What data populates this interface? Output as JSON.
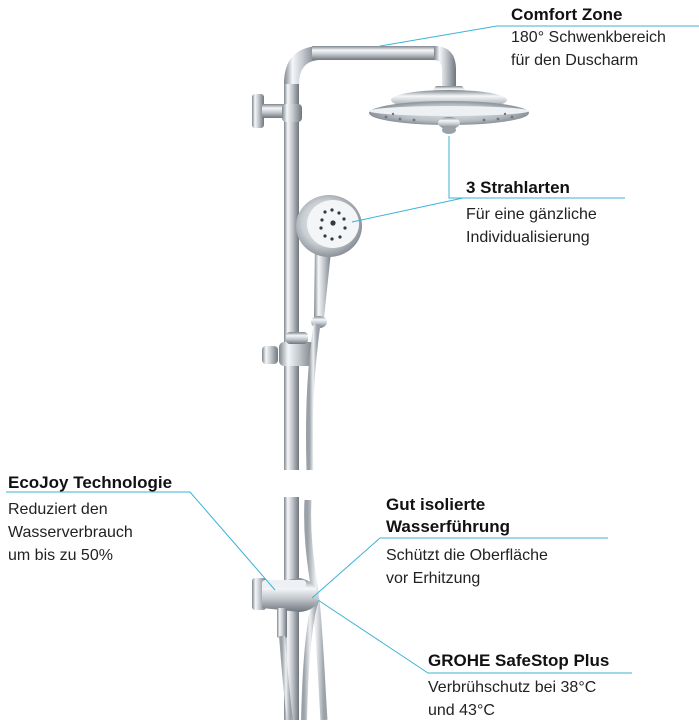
{
  "callouts": {
    "comfort_zone": {
      "title": "Comfort Zone",
      "desc_line1": "180° Schwenkbereich",
      "desc_line2": "für den Duscharm"
    },
    "strahlarten": {
      "title": "3 Strahlarten",
      "desc_line1": "Für eine gänzliche",
      "desc_line2": "Individualisierung"
    },
    "ecojoy": {
      "title": "EcoJoy Technologie",
      "desc_line1": "Reduziert den",
      "desc_line2": "Wasserverbrauch",
      "desc_line3": "um bis zu 50%"
    },
    "isolierte": {
      "title_line1": "Gut isolierte",
      "title_line2": "Wasserführung",
      "desc_line1": "Schützt die Oberfläche",
      "desc_line2": "vor Erhitzung"
    },
    "safestop": {
      "title": "GROHE SafeStop Plus",
      "desc_line1": "Verbrühschutz bei 38°C",
      "desc_line2": "und 43°C"
    }
  },
  "colors": {
    "leader_line": "#3bb3d6",
    "chrome_dark": "#8d949b",
    "chrome_light": "#f4f6f8"
  }
}
